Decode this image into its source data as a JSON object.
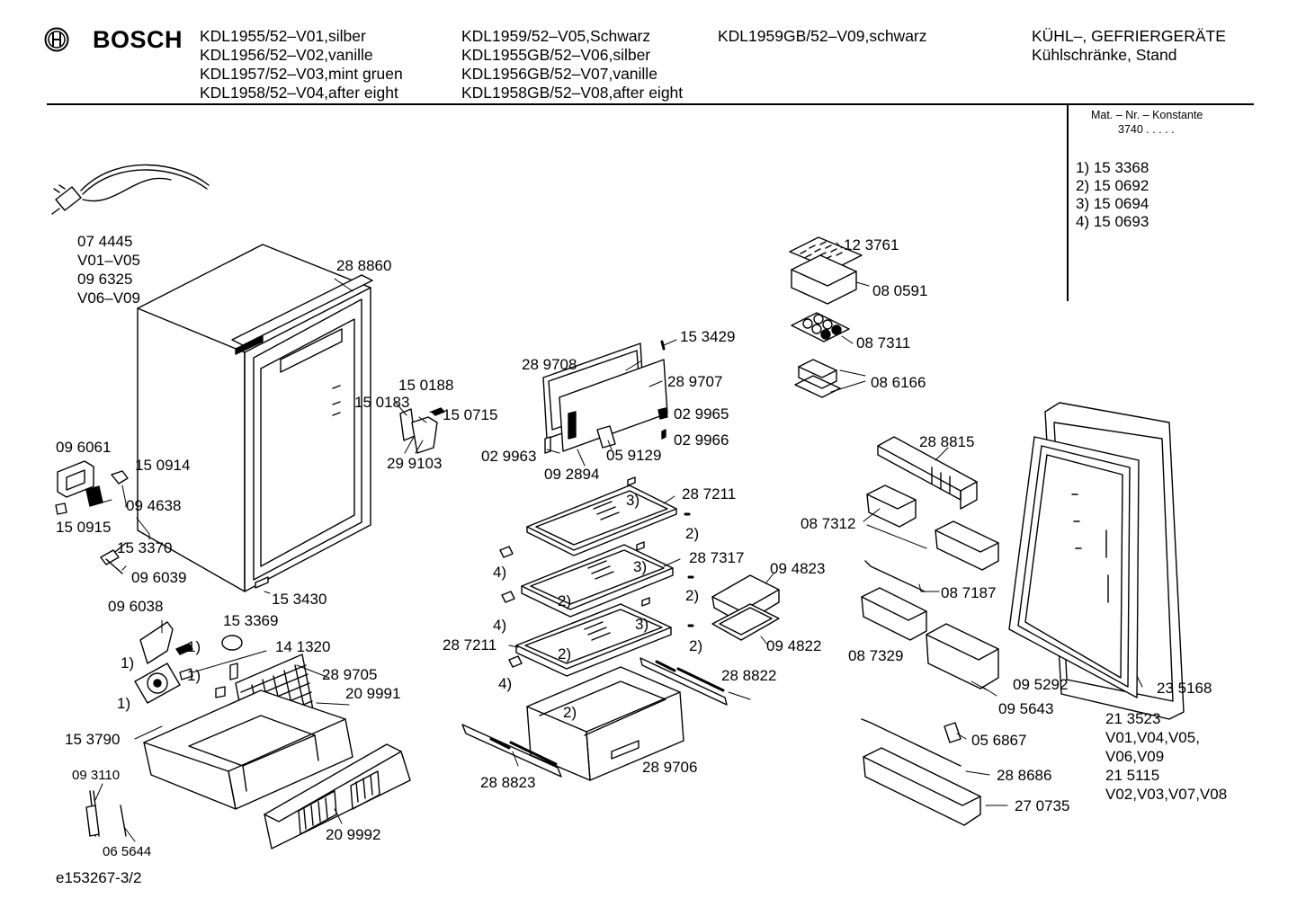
{
  "brand": {
    "name": "BOSCH"
  },
  "header": {
    "models_col1": [
      "KDL1955/52–V01,silber",
      "KDL1956/52–V02,vanille",
      "KDL1957/52–V03,mint gruen",
      "KDL1958/52–V04,after eight"
    ],
    "models_col2": [
      "KDL1959/52–V05,Schwarz",
      "KDL1955GB/52–V06,silber",
      "KDL1956GB/52–V07,vanille",
      "KDL1958GB/52–V08,after eight"
    ],
    "models_col3": [
      "KDL1959GB/52–V09,schwarz"
    ],
    "category": [
      "KÜHL–, GEFRIERGERÄTE",
      "Kühlschränke, Stand"
    ]
  },
  "side_panel": {
    "mat_label": "Mat. – Nr. – Konstante",
    "mat_value": "3740  .  .  .  .  .",
    "footnotes": [
      "1)  15 3368",
      "2)  15 0692",
      "3)  15 0694",
      "4)  15 0693"
    ]
  },
  "parts": {
    "p074445": "07 4445",
    "v01v05": "V01–V05",
    "p096325": "09 6325",
    "v06v09": "V06–V09",
    "p288860": "28 8860",
    "p150188": "15 0188",
    "p150183": "15 0183",
    "p150715": "15 0715",
    "p299103": "29 9103",
    "p096061": "09 6061",
    "p150914": "15 0914",
    "p094638": "09 4638",
    "p150915": "15 0915",
    "p153370": "15 3370",
    "p096039": "09 6039",
    "p153430": "15 3430",
    "p096038": "09 6038",
    "p153369": "15 3369",
    "p141320": "14 1320",
    "p289705": "28 9705",
    "p209991": "20 9991",
    "p153790": "15 3790",
    "p093110": "09 3110",
    "p065644": "06 5644",
    "p209992": "20 9992",
    "p153429": "15 3429",
    "p289708": "28 9708",
    "p289707": "28 9707",
    "p029965": "02 9965",
    "p029966": "02 9966",
    "p029963": "02 9963",
    "p092894": "09 2894",
    "p059129": "05 9129",
    "p287211a": "28 7211",
    "p287317": "28 7317",
    "p287211b": "28 7211",
    "p288822": "28 8822",
    "p288823": "28 8823",
    "p289706": "28 9706",
    "p094823": "09 4823",
    "p094822": "09 4822",
    "p123761": "12 3761",
    "p080591": "08 0591",
    "p087311": "08 7311",
    "p086166": "08 6166",
    "p288815": "28 8815",
    "p087312": "08 7312",
    "p087187": "08 7187",
    "p087329": "08 7329",
    "p095292": "09 5292",
    "p095643": "09 5643",
    "p235168": "23 5168",
    "p213523": "21 3523",
    "v_a": "V01,V04,V05,",
    "v_b": "V06,V09",
    "p215115": "21 5115",
    "v_c": "V02,V03,V07,V08",
    "p056867": "05 6867",
    "p288686": "28 8686",
    "p270735": "27 0735"
  },
  "refs": {
    "r1": "1)",
    "r2": "2)",
    "r3": "3)",
    "r4": "4)"
  },
  "footer": {
    "drawing_id": "e153267-3/2"
  }
}
